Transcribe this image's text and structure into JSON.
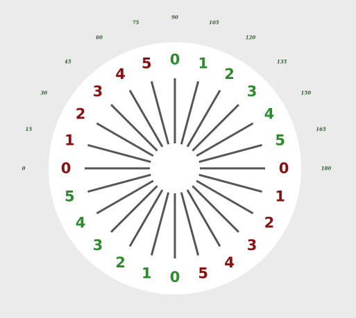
{
  "colors": {
    "background": "#ebebeb",
    "dial": "#ffffff",
    "spokes": "#555555",
    "green": "#2e8b2e",
    "red": "#8b1010",
    "degree_text": "#2e5e2e"
  },
  "degree_labels": [
    "0",
    "15",
    "30",
    "45",
    "60",
    "75",
    "90",
    "105",
    "120",
    "135",
    "150",
    "165",
    "180"
  ],
  "ring_labels": [
    {
      "text": "0",
      "color": "green"
    },
    {
      "text": "1",
      "color": "green"
    },
    {
      "text": "2",
      "color": "green"
    },
    {
      "text": "3",
      "color": "green"
    },
    {
      "text": "4",
      "color": "green"
    },
    {
      "text": "5",
      "color": "green"
    },
    {
      "text": "0",
      "color": "red"
    },
    {
      "text": "1",
      "color": "red"
    },
    {
      "text": "2",
      "color": "red"
    },
    {
      "text": "3",
      "color": "red"
    },
    {
      "text": "4",
      "color": "red"
    },
    {
      "text": "5",
      "color": "red"
    },
    {
      "text": "0",
      "color": "green"
    },
    {
      "text": "1",
      "color": "green"
    },
    {
      "text": "2",
      "color": "green"
    },
    {
      "text": "3",
      "color": "green"
    },
    {
      "text": "4",
      "color": "green"
    },
    {
      "text": "5",
      "color": "green"
    },
    {
      "text": "0",
      "color": "red"
    },
    {
      "text": "1",
      "color": "red"
    },
    {
      "text": "2",
      "color": "red"
    },
    {
      "text": "3",
      "color": "red"
    },
    {
      "text": "4",
      "color": "red"
    },
    {
      "text": "5",
      "color": "red"
    }
  ]
}
